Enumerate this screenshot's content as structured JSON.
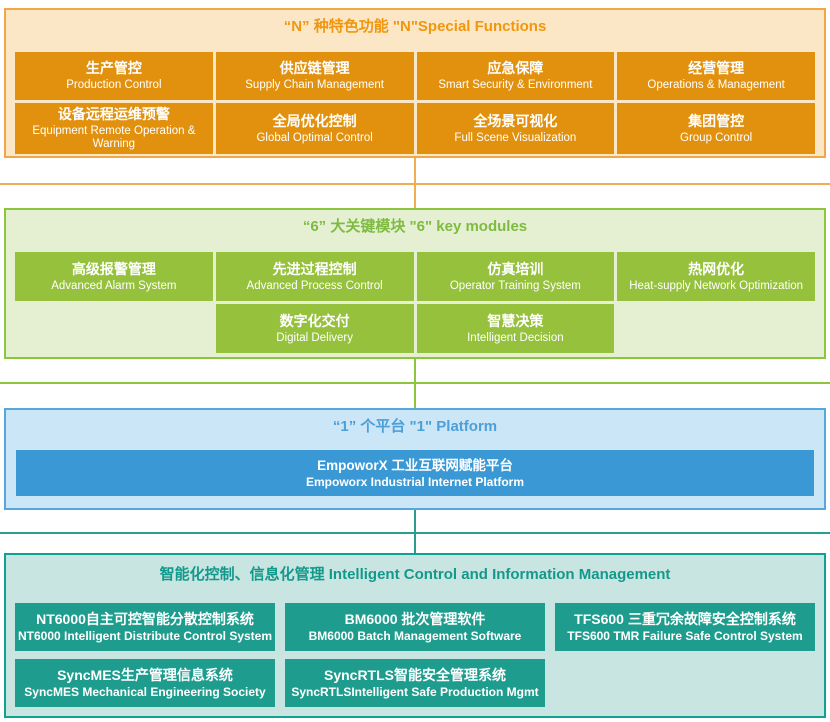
{
  "sections": [
    {
      "title": "“N” 种特色功能 \"N\"Special Functions",
      "theme": {
        "panel_bg": "#FBE6C6",
        "border": "#F2A644",
        "title_color": "#F0970F",
        "box_bg": "#E1910E",
        "connector": "#F2AC52"
      },
      "boxes": [
        {
          "zh": "生产管控",
          "en": "Production Control"
        },
        {
          "zh": "供应链管理",
          "en": "Supply Chain Management"
        },
        {
          "zh": "应急保障",
          "en": "Smart Security & Environment"
        },
        {
          "zh": "经营管理",
          "en": "Operations & Management"
        },
        {
          "zh": "设备远程运维预警",
          "en": "Equipment Remote Operation & Warning"
        },
        {
          "zh": "全局优化控制",
          "en": "Global Optimal Control"
        },
        {
          "zh": "全场景可视化",
          "en": "Full Scene Visualization"
        },
        {
          "zh": "集团管控",
          "en": "Group Control"
        }
      ]
    },
    {
      "title": "“6” 大关键模块 \"6\" key modules",
      "theme": {
        "panel_bg": "#E5F0D3",
        "border": "#8CC63F",
        "title_color": "#7EBB40",
        "box_bg": "#96C13D",
        "connector": "#8CC63F"
      },
      "boxes": [
        {
          "zh": "高级报警管理",
          "en": "Advanced Alarm System"
        },
        {
          "zh": "先进过程控制",
          "en": "Advanced Process Control"
        },
        {
          "zh": "仿真培训",
          "en": "Operator Training System"
        },
        {
          "zh": "热网优化",
          "en": "Heat-supply Network Optimization"
        },
        {
          "zh": "数字化交付",
          "en": "Digital Delivery"
        },
        {
          "zh": "智慧决策",
          "en": "Intelligent Decision"
        }
      ]
    },
    {
      "title": "“1” 个平台 \"1\" Platform",
      "theme": {
        "panel_bg": "#CBE6F7",
        "border": "#56A8DC",
        "title_color": "#4D9FD8",
        "box_bg": "#3A99D5",
        "connector": "#2A9D8F"
      },
      "boxes": [
        {
          "zh": "EmpoworX 工业互联网赋能平台",
          "en": "Empoworx Industrial Internet Platform"
        }
      ]
    },
    {
      "title": "智能化控制、信息化管理 Intelligent Control and Information Management",
      "theme": {
        "panel_bg": "#C9E5E1",
        "border": "#0FA294",
        "title_color": "#13998C",
        "box_bg": "#1E9D8E",
        "connector": "#2A9D8F"
      },
      "boxes": [
        {
          "zh": "NT6000自主可控智能分散控制系统",
          "en": "NT6000 Intelligent Distribute Control System"
        },
        {
          "zh": "BM6000 批次管理软件",
          "en": "BM6000 Batch Management Software"
        },
        {
          "zh": "TFS600 三重冗余故障安全控制系统",
          "en": "TFS600 TMR Failure Safe Control System"
        },
        {
          "zh": "SyncMES生产管理信息系统",
          "en": "SyncMES Mechanical Engineering Society"
        },
        {
          "zh": "SyncRTLS智能安全管理系统",
          "en": "SyncRTLSIntelligent Safe Production Mgmt"
        }
      ]
    }
  ]
}
